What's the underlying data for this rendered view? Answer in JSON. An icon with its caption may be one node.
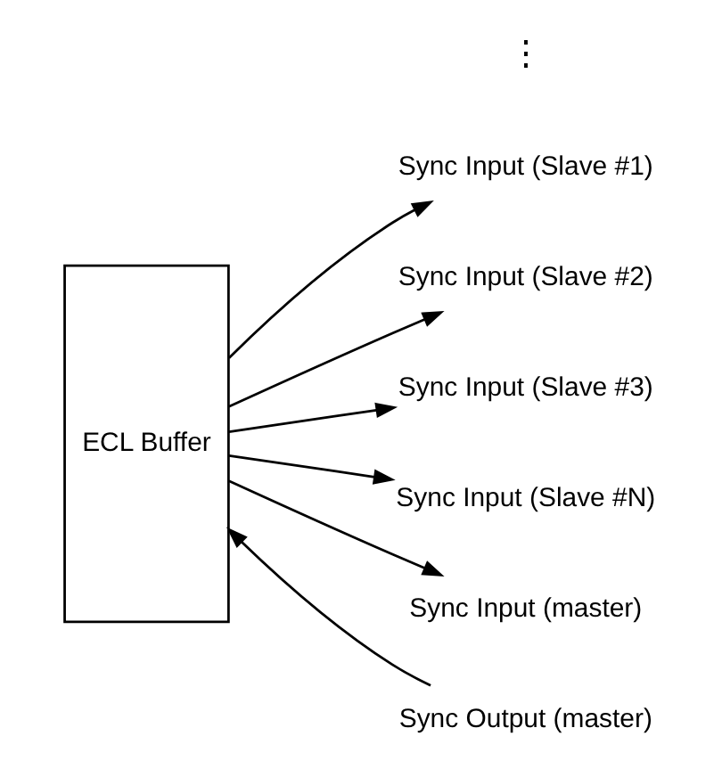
{
  "diagram": {
    "nodes": [
      {
        "text": [
          "ECL Buffer"
        ]
      },
      {
        "text": [
          "Sync Output (master)"
        ]
      },
      {
        "text": [
          "Sync Input (Slave #1)"
        ]
      },
      {
        "text": [
          "Sync Input (Slave #2)"
        ]
      },
      {
        "text": [
          "Sync Input (Slave #3)"
        ]
      },
      {
        "text": [
          "Sync Input (Slave #N)"
        ]
      },
      {
        "text": [
          "Sync Input (master)"
        ]
      }
    ],
    "edges": [
      {
        "from": 1,
        "to": 0,
        "arrow": "to"
      },
      {
        "from": 0,
        "to": 2,
        "arrow": "to"
      },
      {
        "from": 0,
        "to": 3,
        "arrow": "to"
      },
      {
        "from": 0,
        "to": 4,
        "arrow": "to"
      },
      {
        "from": 0,
        "to": 5,
        "arrow": "to"
      },
      {
        "from": 0,
        "to": 6,
        "arrow": "to"
      }
    ],
    "labels": [
      "⋮"
    ]
  }
}
